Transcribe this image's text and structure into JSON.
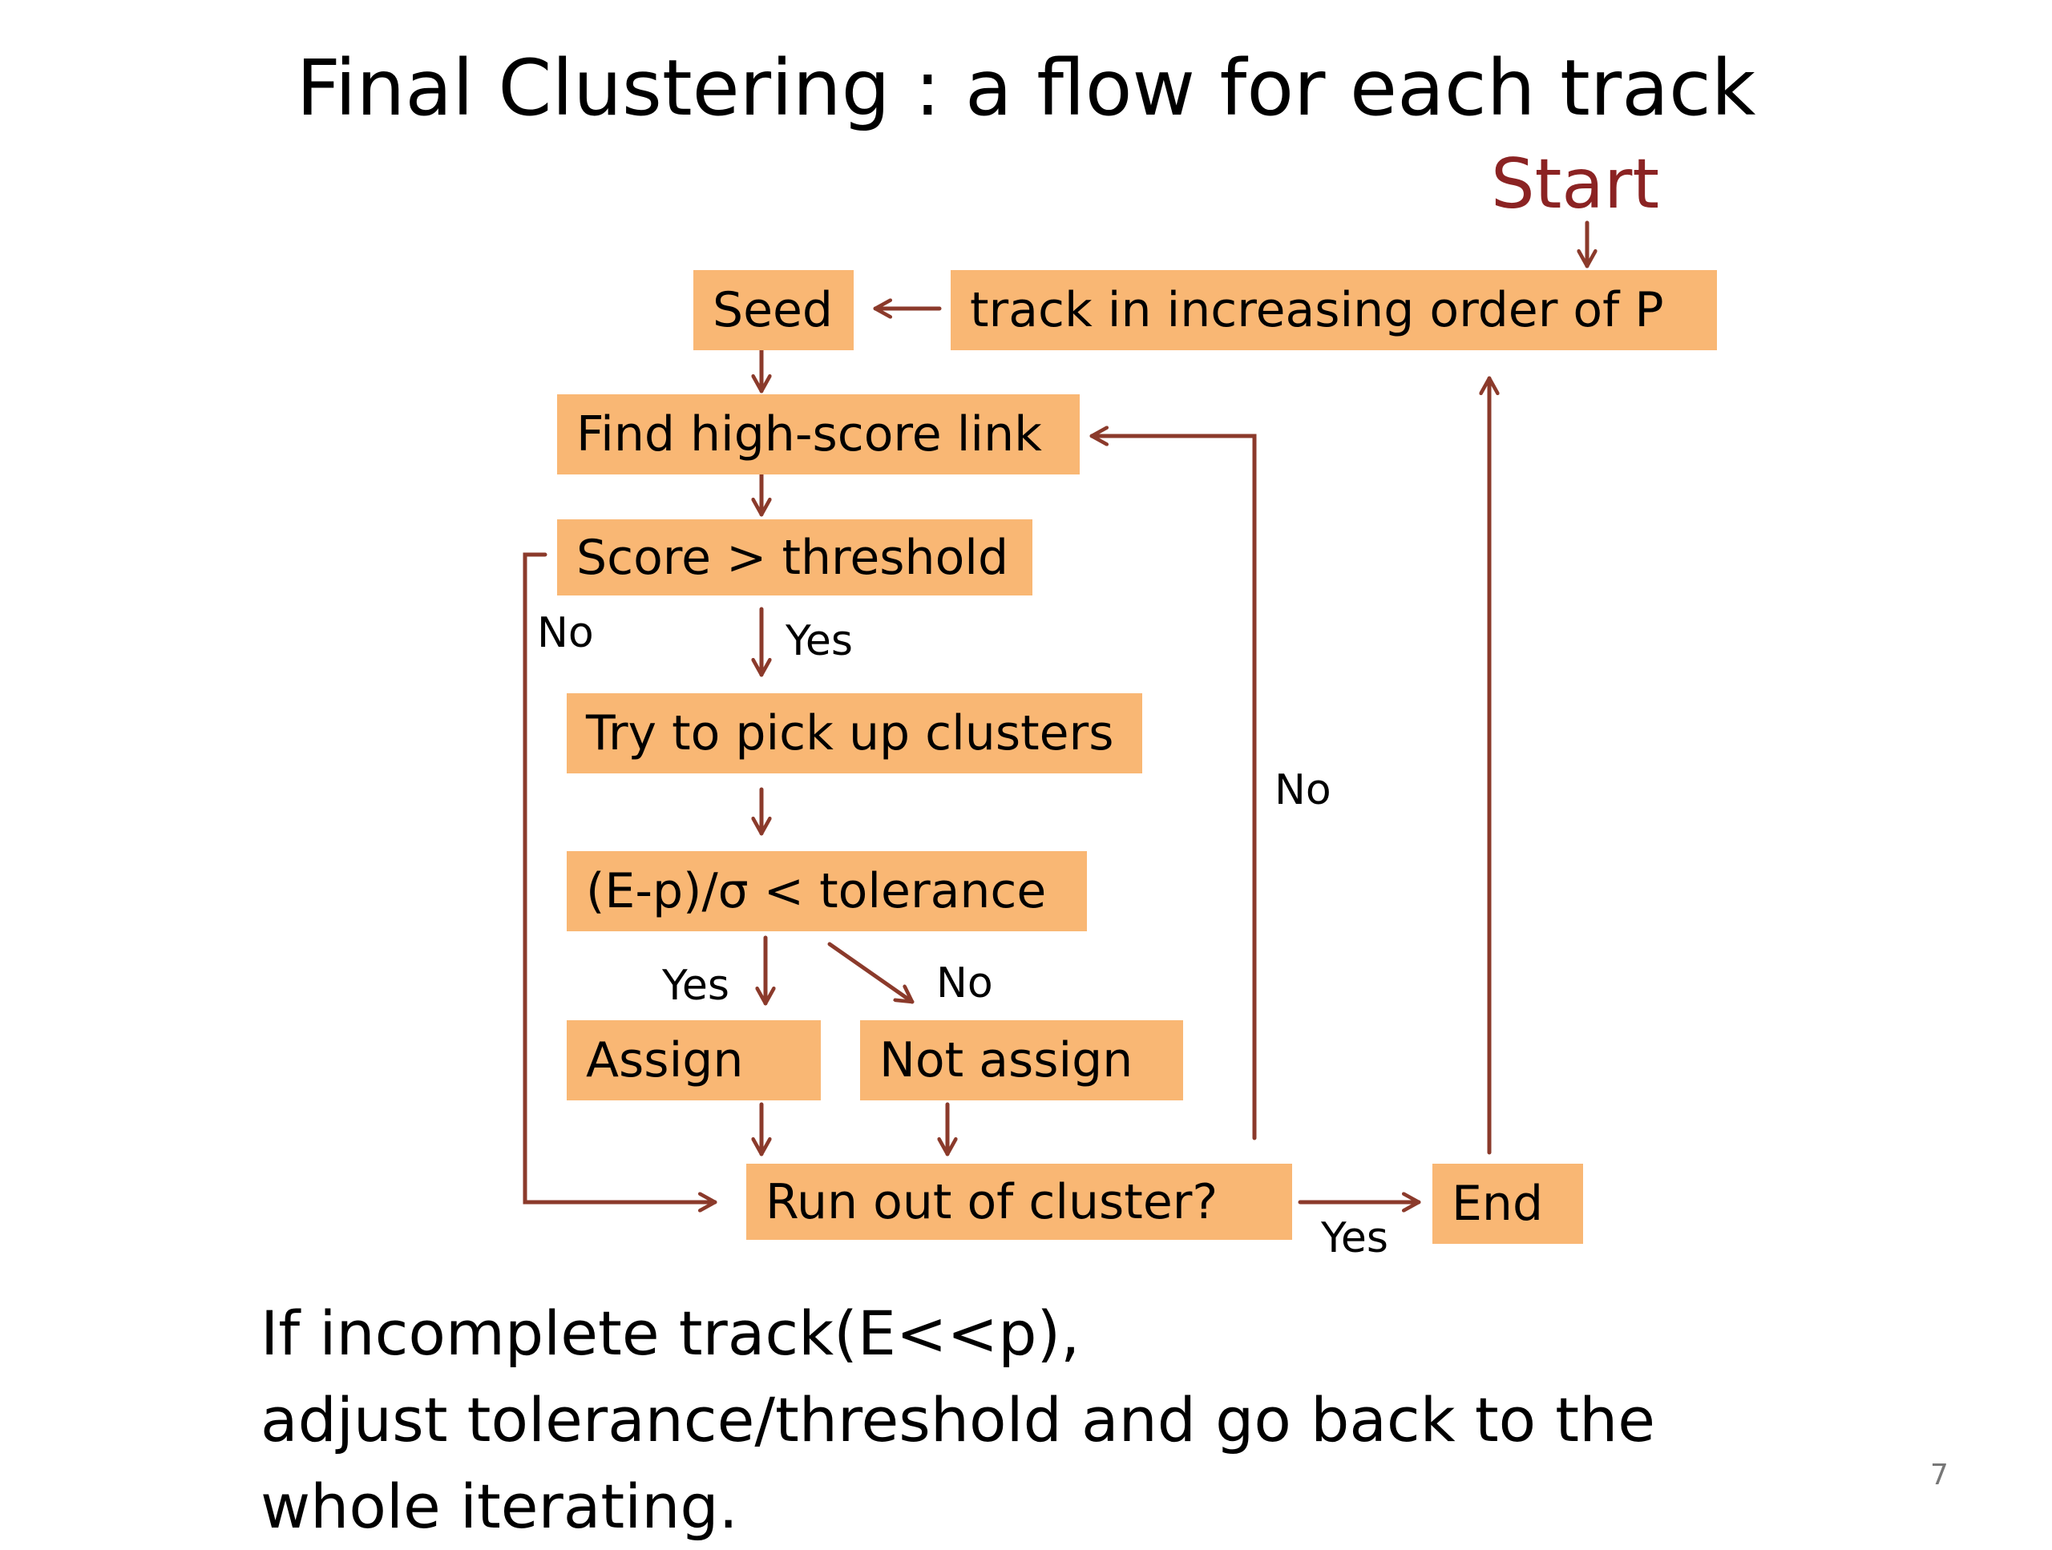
{
  "slide": {
    "title": "Final Clustering : a flow for each track",
    "page_number": "7"
  },
  "flowchart": {
    "start_label": "Start",
    "nodes": {
      "track_order": "track in increasing order of P",
      "seed": "Seed",
      "find_link": "Find high-score link",
      "score_check": "Score > threshold",
      "pick_clusters": "Try to pick up clusters",
      "tolerance_check": "(E-p)/σ < tolerance",
      "assign": "Assign",
      "not_assign": "Not assign",
      "run_out": "Run out of cluster?",
      "end": "End"
    },
    "edge_labels": {
      "score_no": "No",
      "score_yes": "Yes",
      "tolerance_yes": "Yes",
      "tolerance_no": "No",
      "runout_no": "No",
      "runout_yes": "Yes"
    },
    "colors": {
      "box_fill": "#f9b774",
      "arrow": "#8b3a2b",
      "start_text": "#8b2323"
    }
  },
  "footnote": {
    "line1": "If incomplete track(E<<p),",
    "line2": "adjust tolerance/threshold and go back to the",
    "line3": "whole iterating."
  }
}
